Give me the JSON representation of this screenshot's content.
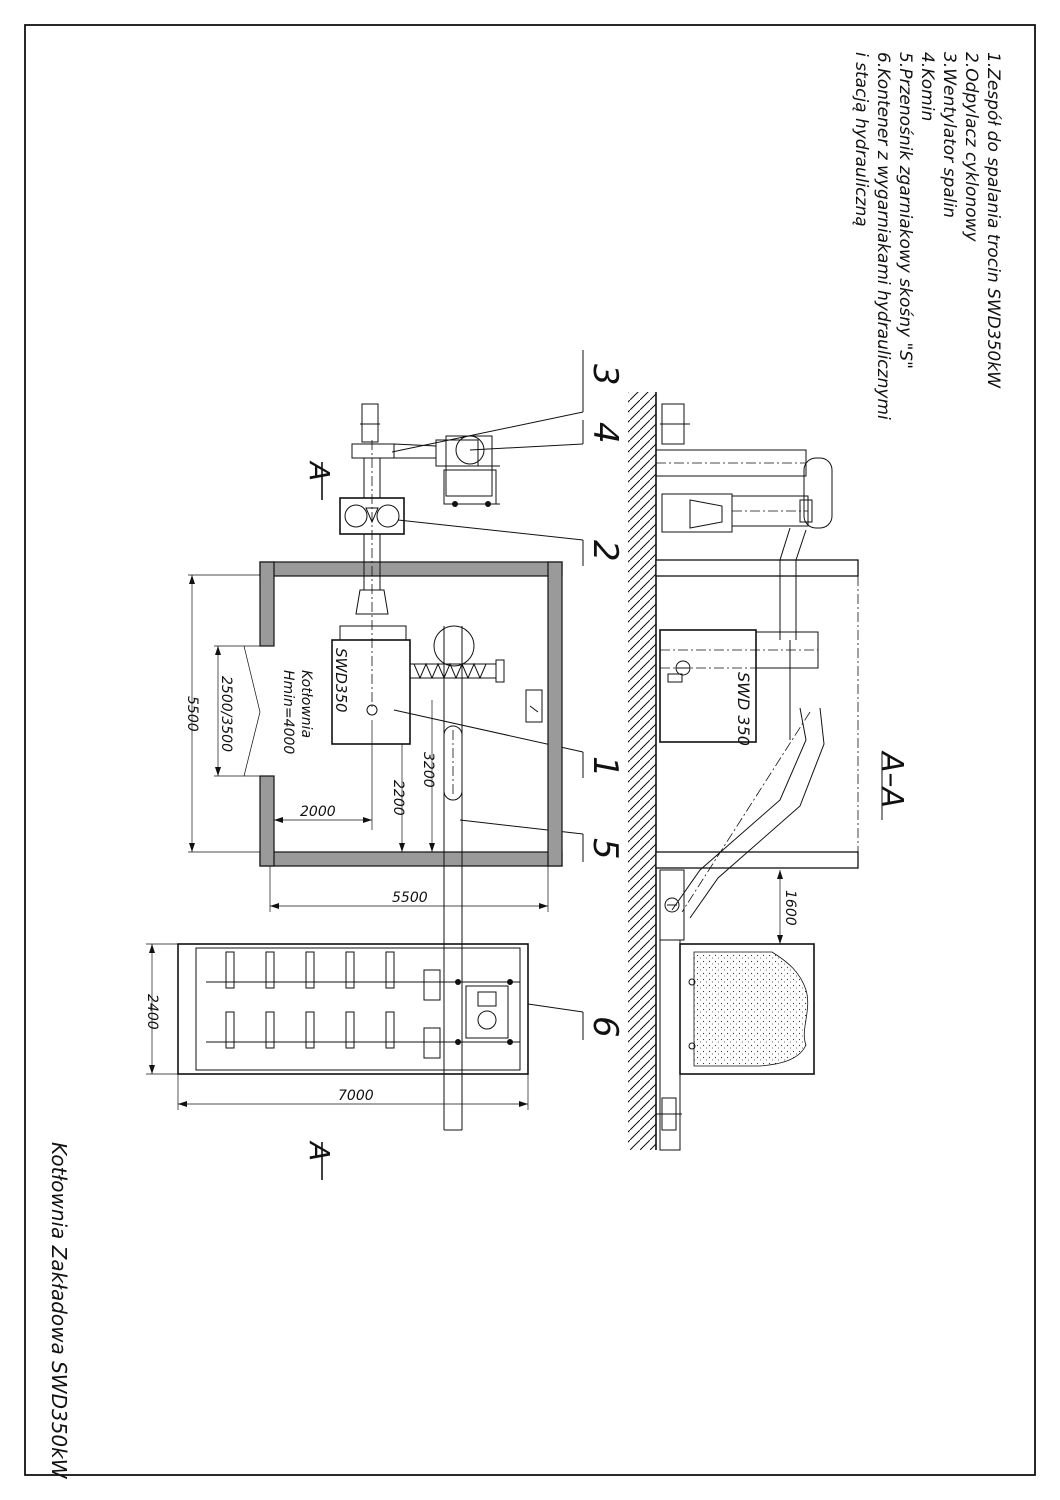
{
  "title": "Kotłownia Zakładowa SWD350kW",
  "legend": [
    "1.Zespół do spalania trocin SWD350kW",
    "2.Odpylacz cyklonowy",
    "3.Wentylator spalin",
    "4.Komin",
    "5.Przenośnik zgarniakowy skośny \"S\"",
    "6.Kontener z wygarniakami hydraulicznymi",
    "i stacją hydrauliczną"
  ],
  "section": {
    "label": "A–A",
    "cut_mark": "A"
  },
  "callouts": [
    "1",
    "2",
    "3",
    "4",
    "5",
    "6"
  ],
  "plan": {
    "boiler_room_label": "Kotłownia",
    "height_label": "Hmin=4000",
    "boiler_label": "SWD350",
    "dimensions": {
      "room_width": "5500",
      "room_depth": "5500",
      "door_opening": "2500/3500",
      "boiler_offset": "2000",
      "conveyor_offset_a": "3200",
      "conveyor_offset_b": "2200",
      "container_width": "2400",
      "container_length": "7000"
    }
  },
  "elevation": {
    "boiler_label": "SWD 350",
    "container_clearance": "1600"
  }
}
